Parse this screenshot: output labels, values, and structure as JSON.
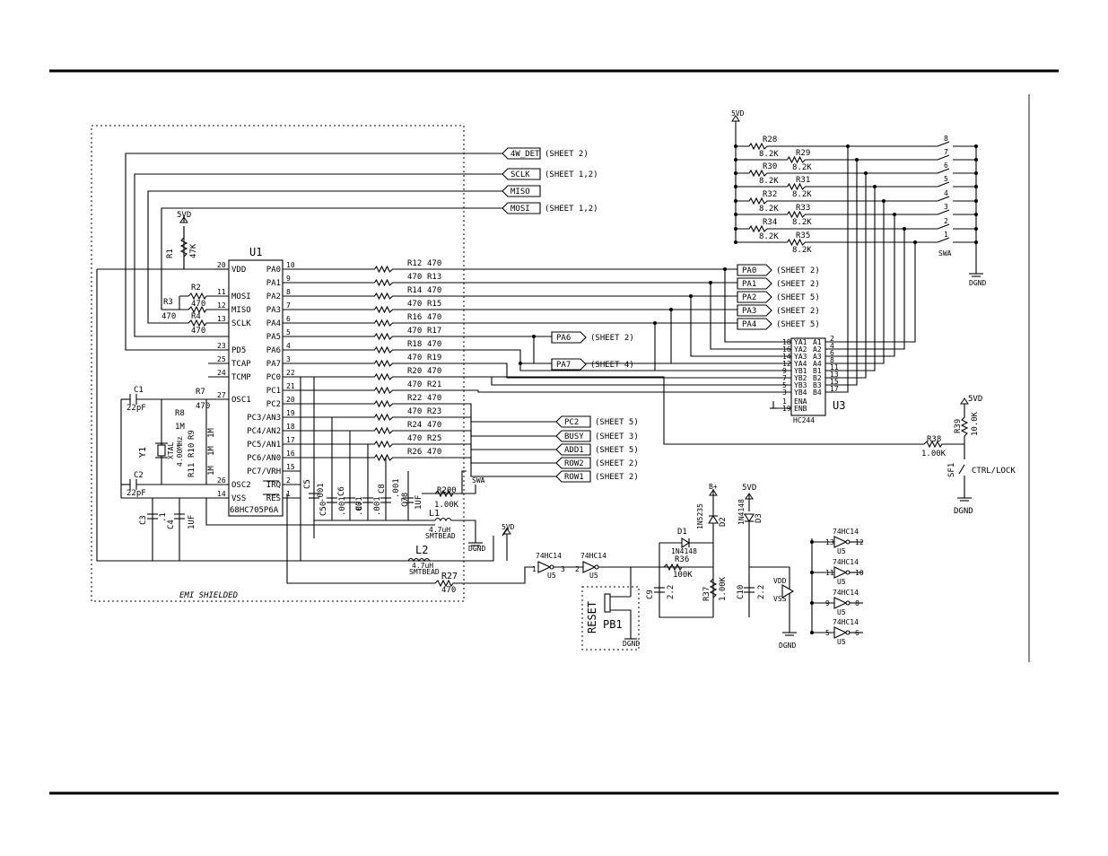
{
  "u1": {
    "ref": "U1",
    "part": "68HC705P6A",
    "left_pins": [
      {
        "num": "20",
        "name": "VDD"
      },
      {
        "num": "11",
        "name": "MOSI"
      },
      {
        "num": "12",
        "name": "MISO"
      },
      {
        "num": "13",
        "name": "SCLK"
      },
      {
        "num": "23",
        "name": "PD5"
      },
      {
        "num": "25",
        "name": "TCAP"
      },
      {
        "num": "24",
        "name": "TCMP"
      },
      {
        "num": "27",
        "name": "OSC1"
      },
      {
        "num": "26",
        "name": "OSC2"
      },
      {
        "num": "14",
        "name": "VSS"
      }
    ],
    "right_pins": [
      {
        "num": "10",
        "name": "PA0"
      },
      {
        "num": "9",
        "name": "PA1"
      },
      {
        "num": "8",
        "name": "PA2"
      },
      {
        "num": "7",
        "name": "PA3"
      },
      {
        "num": "6",
        "name": "PA4"
      },
      {
        "num": "5",
        "name": "PA5"
      },
      {
        "num": "4",
        "name": "PA6"
      },
      {
        "num": "3",
        "name": "PA7"
      },
      {
        "num": "22",
        "name": "PC0"
      },
      {
        "num": "21",
        "name": "PC1"
      },
      {
        "num": "20",
        "name": "PC2"
      },
      {
        "num": "19",
        "name": "PC3/AN3"
      },
      {
        "num": "18",
        "name": "PC4/AN2"
      },
      {
        "num": "17",
        "name": "PC5/AN1"
      },
      {
        "num": "16",
        "name": "PC6/AN0"
      },
      {
        "num": "15",
        "name": "PC7/VRH"
      },
      {
        "num": "2",
        "name": "IRQ"
      },
      {
        "num": "1",
        "name": "RES"
      }
    ]
  },
  "u3": {
    "ref": "U3",
    "part": "HC244",
    "left_pins": [
      {
        "num": "18",
        "name": "YA1"
      },
      {
        "num": "16",
        "name": "YA2"
      },
      {
        "num": "14",
        "name": "YA3"
      },
      {
        "num": "12",
        "name": "YA4"
      },
      {
        "num": "9",
        "name": "YB1"
      },
      {
        "num": "7",
        "name": "YB2"
      },
      {
        "num": "5",
        "name": "YB3"
      },
      {
        "num": "3",
        "name": "YB4"
      },
      {
        "num": "1",
        "name": "ENA"
      },
      {
        "num": "19",
        "name": "ENB"
      }
    ],
    "right_pins": [
      {
        "num": "2",
        "name": "A1"
      },
      {
        "num": "4",
        "name": "A2"
      },
      {
        "num": "6",
        "name": "A3"
      },
      {
        "num": "8",
        "name": "A4"
      },
      {
        "num": "11",
        "name": "B1"
      },
      {
        "num": "13",
        "name": "B2"
      },
      {
        "num": "15",
        "name": "B3"
      },
      {
        "num": "17",
        "name": "B4"
      }
    ]
  },
  "series_resistors": [
    {
      "ref": "R12",
      "value": "470"
    },
    {
      "ref": "R13",
      "value": "470"
    },
    {
      "ref": "R14",
      "value": "470"
    },
    {
      "ref": "R15",
      "value": "470"
    },
    {
      "ref": "R16",
      "value": "470"
    },
    {
      "ref": "R17",
      "value": "470"
    },
    {
      "ref": "R18",
      "value": "470"
    },
    {
      "ref": "R19",
      "value": "470"
    },
    {
      "ref": "R20",
      "value": "470"
    },
    {
      "ref": "R21",
      "value": "470"
    },
    {
      "ref": "R22",
      "value": "470"
    },
    {
      "ref": "R23",
      "value": "470"
    },
    {
      "ref": "R24",
      "value": "470"
    },
    {
      "ref": "R25",
      "value": "470"
    },
    {
      "ref": "R26",
      "value": "470"
    }
  ],
  "pullups": [
    {
      "ref": "R28",
      "value": "8.2K"
    },
    {
      "ref": "R29",
      "value": "8.2K"
    },
    {
      "ref": "R30",
      "value": "8.2K"
    },
    {
      "ref": "R31",
      "value": "8.2K"
    },
    {
      "ref": "R32",
      "value": "8.2K"
    },
    {
      "ref": "R33",
      "value": "8.2K"
    },
    {
      "ref": "R34",
      "value": "8.2K"
    },
    {
      "ref": "R35",
      "value": "8.2K"
    }
  ],
  "dip_switch": {
    "ref": "SWA",
    "positions": [
      "8",
      "7",
      "6",
      "5",
      "4",
      "3",
      "2",
      "1"
    ]
  },
  "top_ports": [
    {
      "name": "4W_DET",
      "sheet": "(SHEET 2)"
    },
    {
      "name": "SCLK",
      "sheet": "(SHEET 1,2)"
    },
    {
      "name": "MISO",
      "sheet": ""
    },
    {
      "name": "MOSI",
      "sheet": "(SHEET 1,2)"
    }
  ],
  "pa_ports": [
    {
      "name": "PA0",
      "sheet": "(SHEET 2)"
    },
    {
      "name": "PA1",
      "sheet": "(SHEET 2)"
    },
    {
      "name": "PA2",
      "sheet": "(SHEET 5)"
    },
    {
      "name": "PA3",
      "sheet": "(SHEET 2)"
    },
    {
      "name": "PA4",
      "sheet": "(SHEET 5)"
    }
  ],
  "mid_ports": [
    {
      "name": "PA6",
      "sheet": "(SHEET 2)"
    },
    {
      "name": "PA7",
      "sheet": "(SHEET 4)"
    }
  ],
  "pc_ports": [
    {
      "name": "PC2",
      "sheet": "(SHEET 5)"
    },
    {
      "name": "BUSY",
      "sheet": "(SHEET 3)"
    },
    {
      "name": "ADD1",
      "sheet": "(SHEET 5)"
    },
    {
      "name": "ROW2",
      "sheet": "(SHEET 2)"
    },
    {
      "name": "ROW1",
      "sheet": "(SHEET 2)"
    }
  ],
  "labels": {
    "svd": "5VD",
    "dgnd": "DGND",
    "b_plus": "B+",
    "swa": "SWA",
    "emi": "EMI SHIELDED",
    "ctrl_lock": "CTRL/LOCK",
    "sf1": "SF1",
    "reset": "RESET",
    "pb1": "PB1",
    "u3_ref": "U3",
    "hc244": "HC244"
  },
  "parts": {
    "r1": {
      "ref": "R1",
      "value": "47K"
    },
    "r2": {
      "ref": "R2",
      "value": "470"
    },
    "r3": {
      "ref": "R3",
      "value": "470"
    },
    "r4": {
      "ref": "R4",
      "value": "470"
    },
    "r7": {
      "ref": "R7",
      "value": "470"
    },
    "r8": {
      "ref": "R8",
      "value": "1M"
    },
    "r9": {
      "ref": "R9",
      "value": "1M"
    },
    "r10": {
      "ref": "R10",
      "value": "1M"
    },
    "r11": {
      "ref": "R11",
      "value": "1M"
    },
    "c1": {
      "ref": "C1",
      "value": "22pF"
    },
    "c2": {
      "ref": "C2",
      "value": "22pF"
    },
    "c3": {
      "ref": "C3",
      "value": ".1"
    },
    "c4": {
      "ref": "C4",
      "value": "1UF"
    },
    "c5": {
      "ref": "C5",
      "value": ".001"
    },
    "c50": {
      "ref": "C50",
      "value": ".001"
    },
    "c6": {
      "ref": "C6",
      "value": ".001"
    },
    "c7": {
      "ref": "C7",
      "value": ".001"
    },
    "c8": {
      "ref": "C8",
      "value": ".001"
    },
    "c78": {
      "ref": "C78",
      "value": "1UF"
    },
    "y1": {
      "ref": "Y1",
      "type": "XTAL",
      "value": "4.00MHz"
    },
    "r200": {
      "ref": "R200",
      "value": "1.00K"
    },
    "l1": {
      "ref": "L1",
      "value": "4.7uH",
      "type": "SMTBEAD"
    },
    "l2": {
      "ref": "L2",
      "value": "4.7uH",
      "type": "SMTBEAD"
    },
    "r27": {
      "ref": "R27",
      "value": "470"
    },
    "r38": {
      "ref": "R38",
      "value": "1.00K"
    },
    "r39": {
      "ref": "R39",
      "value": "10.0K"
    },
    "d1": {
      "ref": "D1",
      "value": "1N4148"
    },
    "d2": {
      "ref": "D2",
      "value": "1N5235"
    },
    "d3": {
      "ref": "D3",
      "value": "1N4148"
    },
    "r36": {
      "ref": "R36",
      "value": "100K"
    },
    "r37": {
      "ref": "R37",
      "value": "1.00K"
    },
    "c9": {
      "ref": "C9",
      "value": "2.2"
    },
    "c10": {
      "ref": "C10",
      "value": "2.2"
    },
    "vdd": "VDD",
    "vss": "VSS"
  },
  "gates": [
    {
      "part": "74HC14",
      "unit": "U5",
      "in": "1",
      "out": "3"
    },
    {
      "part": "74HC14",
      "unit": "U5",
      "in": "2",
      "out": ""
    },
    {
      "part": "74HC14",
      "unit": "U5",
      "in": "13",
      "out": "12"
    },
    {
      "part": "74HC14",
      "unit": "U5",
      "in": "11",
      "out": "10"
    },
    {
      "part": "74HC14",
      "unit": "U5",
      "in": "9",
      "out": "8"
    },
    {
      "part": "74HC14",
      "unit": "U5",
      "in": "5",
      "out": "6"
    }
  ]
}
